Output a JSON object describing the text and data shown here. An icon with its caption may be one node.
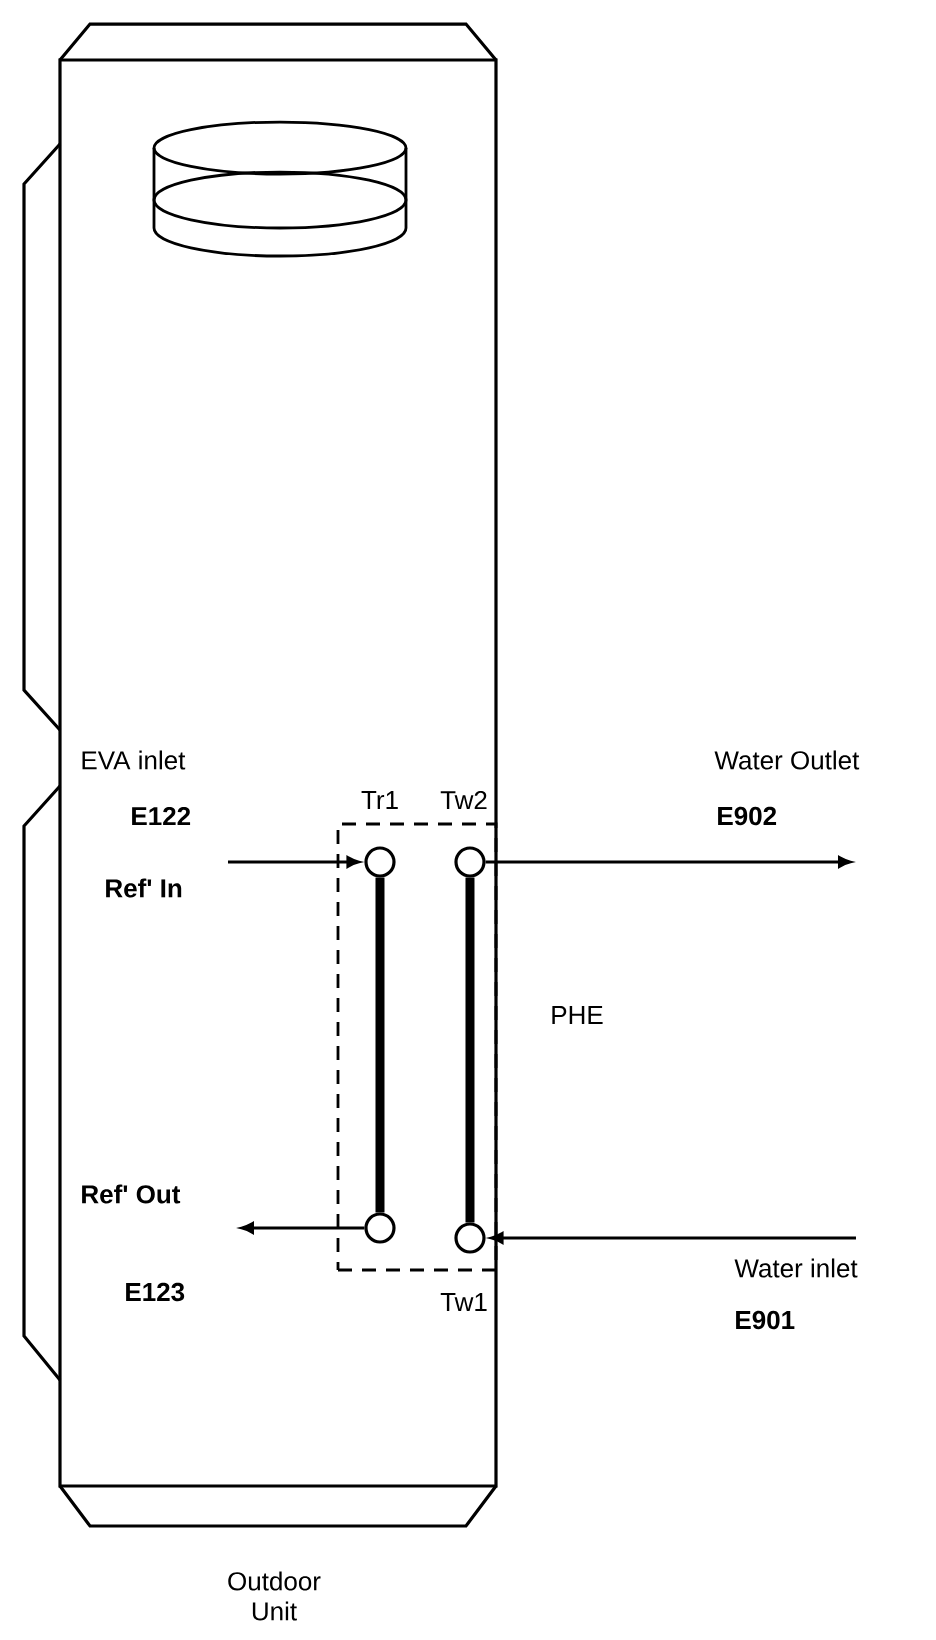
{
  "diagram": {
    "nodes": [
      {
        "text": [
          "Outdoor Unit"
        ]
      },
      {
        "text": [
          "PHE"
        ],
        "in": 0
      },
      {
        "text": [
          "Tr1"
        ],
        "in": 1
      },
      {
        "text": [
          "Tw2"
        ],
        "in": 1
      },
      {
        "text": [],
        "shape": "circle",
        "in": 1
      },
      {
        "text": [
          "Tw1"
        ],
        "in": 1
      }
    ],
    "edges": [
      {
        "from": null,
        "to": 2,
        "arrow": "to"
      },
      {
        "from": 2,
        "to": 4,
        "arrow": "none",
        "style": "thick"
      },
      {
        "from": 3,
        "to": null,
        "arrow": "to"
      },
      {
        "from": 5,
        "to": 3,
        "arrow": "none",
        "style": "thick"
      },
      {
        "from": null,
        "to": 5,
        "arrow": "to"
      },
      {
        "from": 4,
        "to": null,
        "arrow": "to"
      }
    ],
    "labels": [
      "EVA inlet",
      "E122",
      "Ref' In",
      "Water Outlet",
      "E902",
      "Ref' Out",
      "E123",
      "Water inlet",
      "E901"
    ]
  }
}
